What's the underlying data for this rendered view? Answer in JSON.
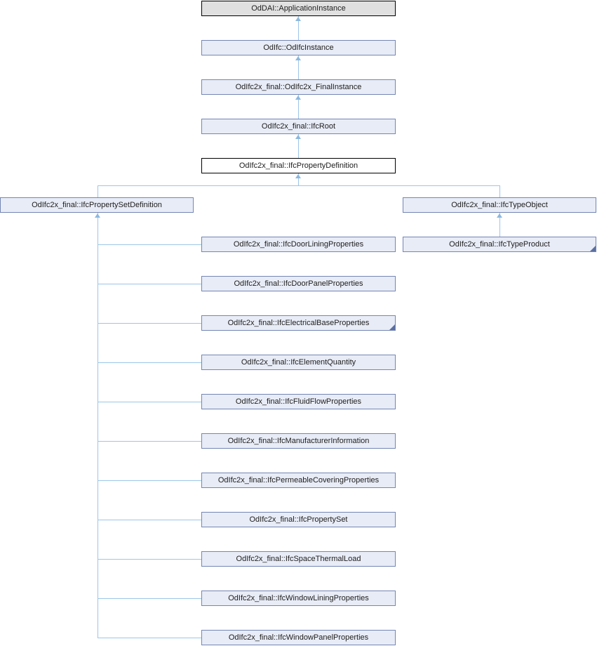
{
  "colors": {
    "page_bg": "#ffffff",
    "edge": "#9cc6e8",
    "arrow": "#8cb8de",
    "node_fill": "#e8ecf6",
    "node_border": "#7486b4",
    "node_text": "#202020",
    "external_fill": "#e0e0e0",
    "external_border": "#000000",
    "current_fill": "#ffffff",
    "current_border": "#000000",
    "fold": "#5a6fa0"
  },
  "nodes": [
    {
      "label": "OdDAI::ApplicationInstance",
      "style": "external"
    },
    {
      "label": "OdIfc::OdIfcInstance",
      "style": "normal"
    },
    {
      "label": "OdIfc2x_final::OdIfc2x_FinalInstance",
      "style": "normal"
    },
    {
      "label": "OdIfc2x_final::IfcRoot",
      "style": "normal"
    },
    {
      "label": "OdIfc2x_final::IfcPropertyDefinition",
      "style": "current"
    },
    {
      "label": "OdIfc2x_final::IfcPropertySetDefinition",
      "style": "normal"
    },
    {
      "label": "OdIfc2x_final::IfcTypeObject",
      "style": "normal"
    },
    {
      "label": "OdIfc2x_final::IfcTypeProduct",
      "style": "normal",
      "truncated": true
    },
    {
      "label": "OdIfc2x_final::IfcDoorLiningProperties",
      "style": "normal"
    },
    {
      "label": "OdIfc2x_final::IfcDoorPanelProperties",
      "style": "normal"
    },
    {
      "label": "OdIfc2x_final::IfcElectricalBaseProperties",
      "style": "normal",
      "truncated": true
    },
    {
      "label": "OdIfc2x_final::IfcElementQuantity",
      "style": "normal"
    },
    {
      "label": "OdIfc2x_final::IfcFluidFlowProperties",
      "style": "normal"
    },
    {
      "label": "OdIfc2x_final::IfcManufacturerInformation",
      "style": "normal"
    },
    {
      "label": "OdIfc2x_final::IfcPermeableCoveringProperties",
      "style": "normal"
    },
    {
      "label": "OdIfc2x_final::IfcPropertySet",
      "style": "normal"
    },
    {
      "label": "OdIfc2x_final::IfcSpaceThermalLoad",
      "style": "normal"
    },
    {
      "label": "OdIfc2x_final::IfcWindowLiningProperties",
      "style": "normal"
    },
    {
      "label": "OdIfc2x_final::IfcWindowPanelProperties",
      "style": "normal"
    }
  ]
}
